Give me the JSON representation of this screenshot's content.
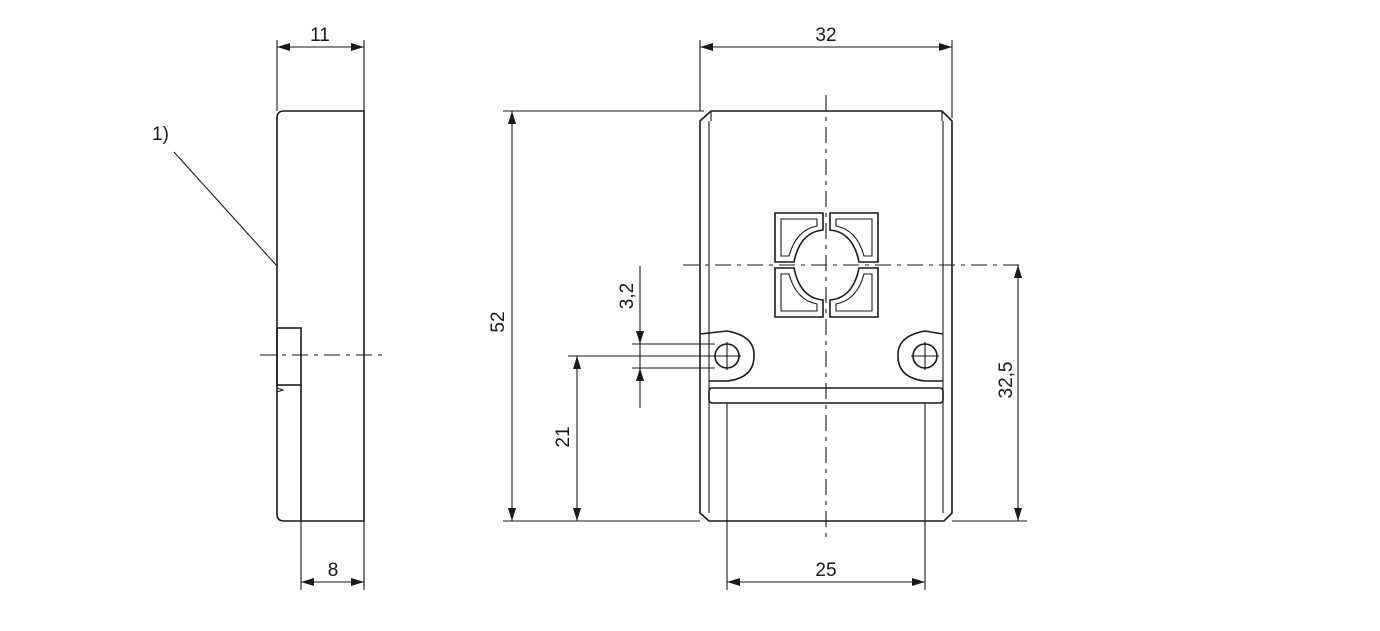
{
  "diagram": {
    "callout": "1)",
    "dimensions": {
      "side_thickness": "11",
      "side_base": "8",
      "front_width": "32",
      "total_height": "52",
      "hole_diameter": "3,2",
      "hole_height": "21",
      "sensor_center_height": "32,5",
      "bottom_width": "25"
    }
  }
}
